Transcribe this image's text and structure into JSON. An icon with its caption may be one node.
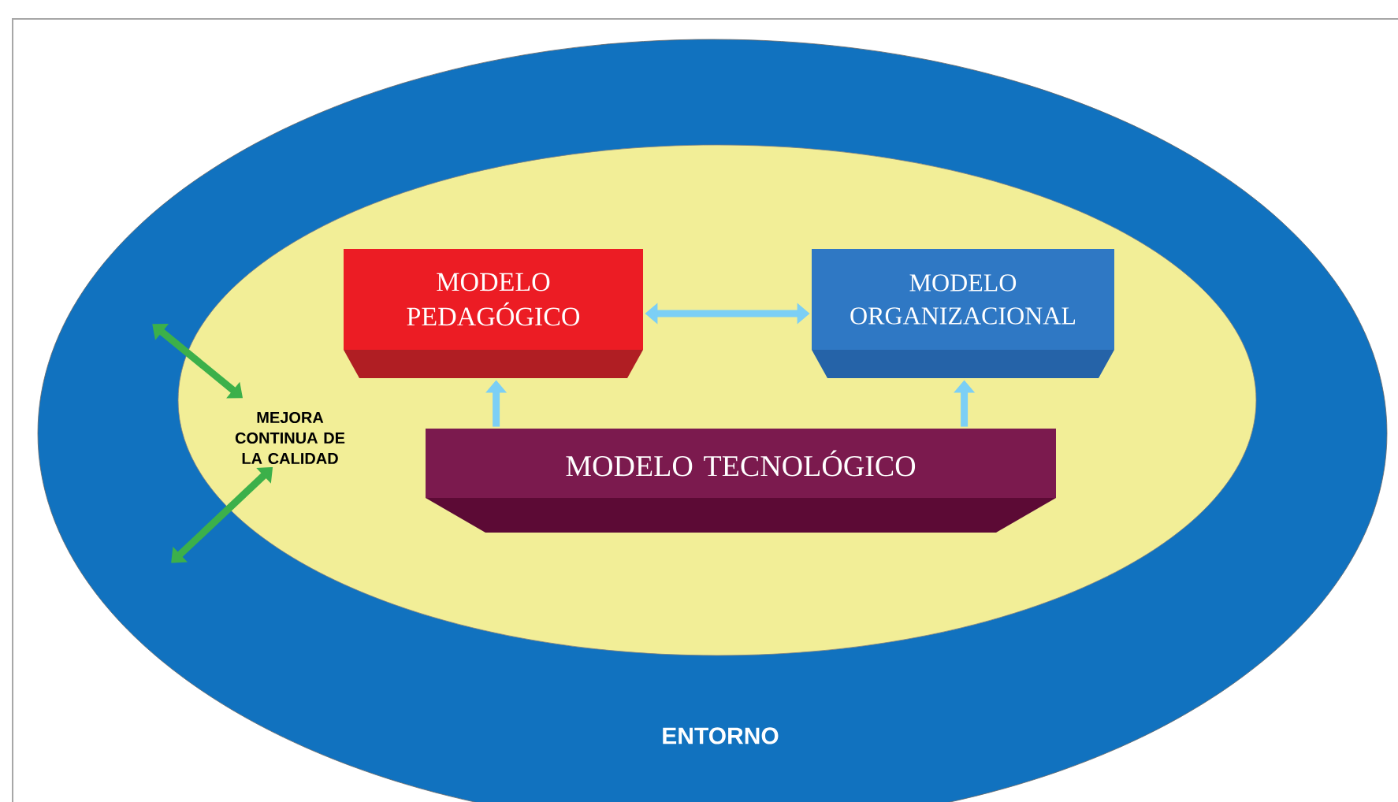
{
  "diagram": {
    "nodes": [
      {
        "text": [
          "ENTORNO"
        ]
      },
      {
        "text": [],
        "shape": "ellipse",
        "in": 0
      },
      {
        "text": [
          "MEJORA CONTINUA DE LA CALIDAD"
        ],
        "in": 1
      },
      {
        "text": [
          "MODELO PEDAGÓGICO"
        ],
        "in": 1
      },
      {
        "text": [
          "MODELO ORGANIZACIONAL"
        ],
        "in": 1
      },
      {
        "text": [
          "MODELO TECNOLÓGICO"
        ],
        "in": 1
      }
    ],
    "edges": [
      {
        "from": 2,
        "to": 0,
        "arrow": "both",
        "color": "#3cb04a"
      },
      {
        "from": 2,
        "to": 0,
        "arrow": "both",
        "color": "#3cb04a"
      },
      {
        "from": 3,
        "to": 4,
        "arrow": "both"
      },
      {
        "from": 5,
        "to": 3,
        "arrow": "to"
      },
      {
        "from": 5,
        "to": 4,
        "arrow": "to"
      }
    ]
  }
}
